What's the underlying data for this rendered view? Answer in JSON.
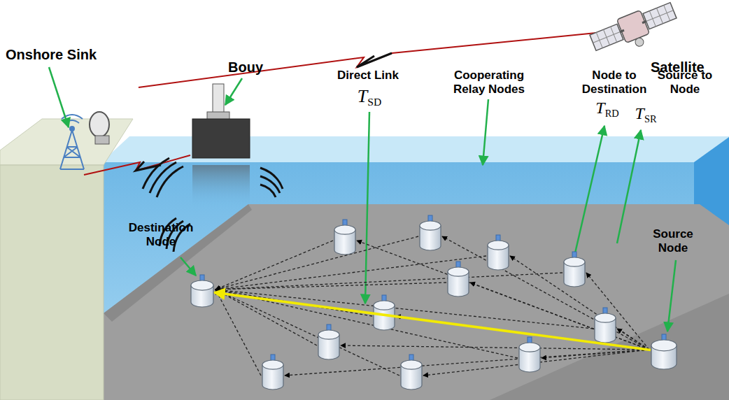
{
  "diagram": {
    "nodes": [
      {
        "text": [
          "Destination Node"
        ]
      },
      {
        "text": [
          "Source Node"
        ]
      }
    ],
    "edges": [
      {
        "from": 1,
        "to": 0,
        "arrow": "to"
      }
    ],
    "labels": [
      "Onshore Sink",
      "Satellite",
      "Bouy",
      "Direct Link",
      "TSD",
      "Cooperating Relay Nodes",
      "Node to Destination",
      "TRD",
      "Source to Node",
      "TSR"
    ]
  }
}
